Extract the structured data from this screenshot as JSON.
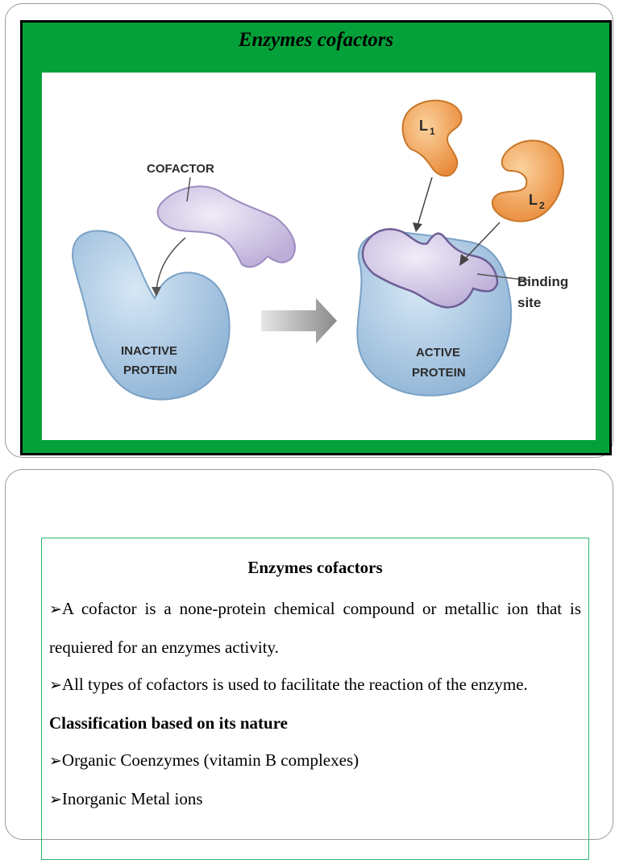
{
  "slide1": {
    "title": "Enzymes cofactors",
    "labels": {
      "cofactor": "COFACTOR",
      "l1": "L",
      "l1_sub": "1",
      "l2": "L",
      "l2_sub": "2",
      "binding": "Binding",
      "site": "site",
      "inactive": "INACTIVE",
      "inactive_protein": "PROTEIN",
      "active": "ACTIVE",
      "active_protein": "PROTEIN"
    }
  },
  "slide2": {
    "title": "Enzymes cofactors",
    "bullet": "➢",
    "para1": "A cofactor is a none-protein chemical compound or metallic ion that is requiered for an enzymes activity.",
    "para2": "All types of cofactors is used to facilitate the reaction of the enzyme.",
    "heading": "Classification  based on its nature",
    "item1": "Organic  Coenzymes (vitamin B complexes)",
    "item2": "Inorganic  Metal ions"
  },
  "colors": {
    "frame_green": "#04a13a",
    "protein_blue": "#a9c9e4",
    "cofactor_lavender": "#d9cfe9",
    "ligand_orange": "#f4a65a",
    "box_border": "#2bb673"
  }
}
